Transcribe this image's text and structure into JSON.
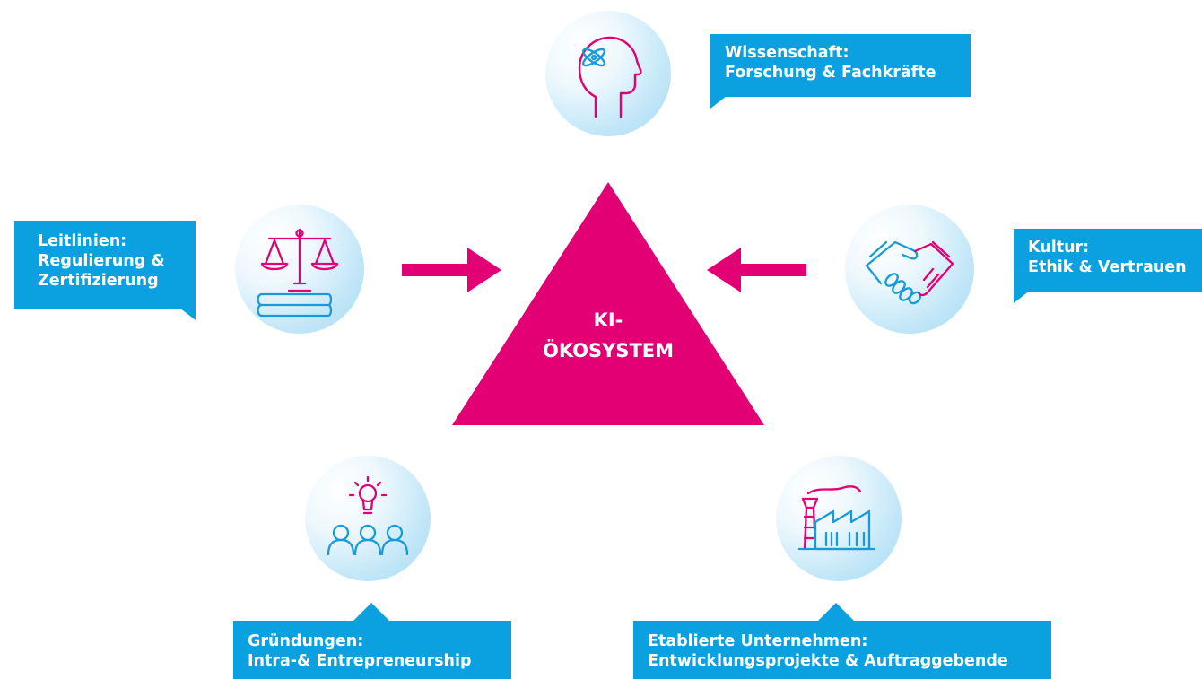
{
  "center": {
    "line1": "KI-",
    "line2": "ÖKOSYSTEM"
  },
  "nodes": {
    "wissenschaft": {
      "title": "Wissenschaft:",
      "sub": "Forschung & Fachkräfte",
      "icon": "head-atom-icon"
    },
    "leitlinien": {
      "title": "Leitlinien:",
      "sub1": "Regulierung &",
      "sub2": "Zertifizierung",
      "icon": "scales-books-icon"
    },
    "kultur": {
      "title": "Kultur:",
      "sub": "Ethik & Vertrauen",
      "icon": "handshake-icon"
    },
    "gruendungen": {
      "title": "Gründungen:",
      "sub": "Intra-& Entrepreneurship",
      "icon": "lightbulb-team-icon"
    },
    "unternehmen": {
      "title": "Etablierte Unternehmen:",
      "sub": "Entwicklungsprojekte & Auftraggebende",
      "icon": "factory-icon"
    }
  },
  "colors": {
    "magenta": "#e20074",
    "label_blue": "#0ba0e0",
    "icon_blue": "#1a9ad6",
    "circle_blue": "#a3daf4"
  }
}
